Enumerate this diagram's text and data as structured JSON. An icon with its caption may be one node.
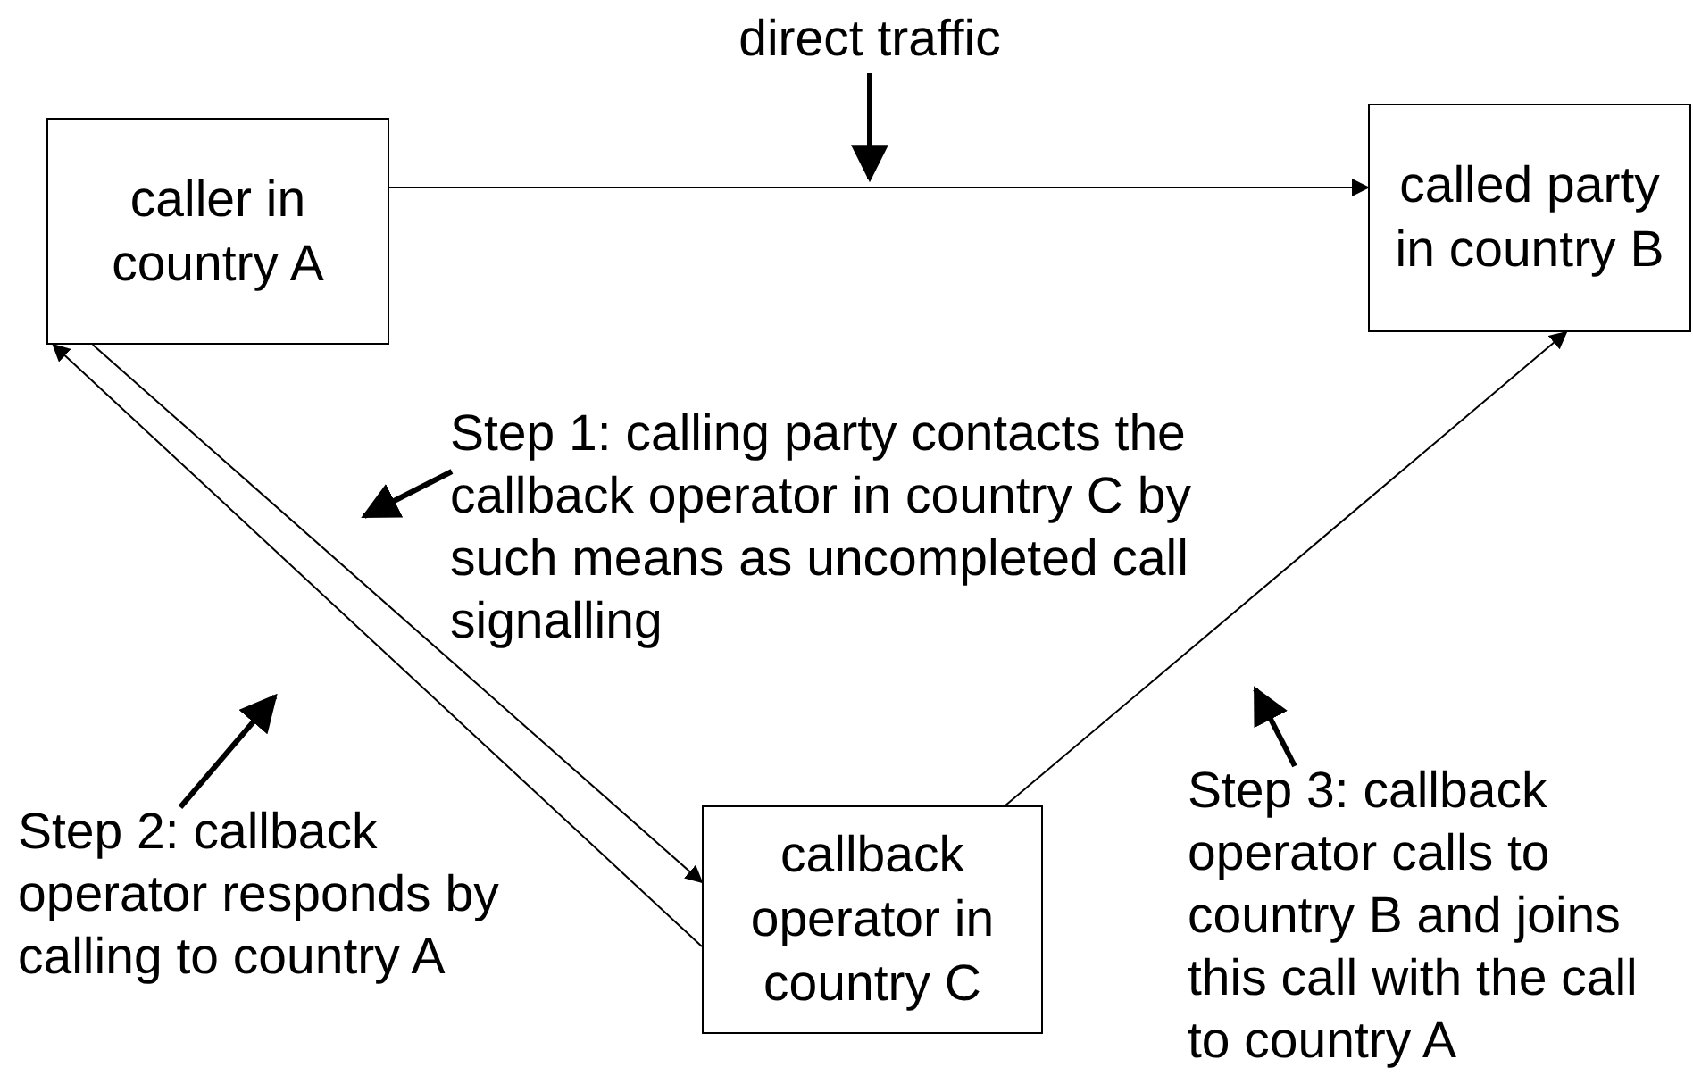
{
  "diagram": {
    "nodes": [
      {
        "text": [
          "caller in country A"
        ]
      },
      {
        "text": [
          "called party in country B"
        ]
      },
      {
        "text": [
          "callback operator in country C"
        ]
      },
      {
        "text": [
          "direct traffic"
        ]
      },
      {
        "text": [
          "Step 1: calling party contacts the callback operator in country C by such means as uncompleted call signalling"
        ]
      },
      {
        "text": [
          "Step 2: callback operator responds by calling to country A"
        ]
      },
      {
        "text": [
          "Step 3: callback operator calls to country B and joins this call with the call to country A"
        ]
      }
    ],
    "edges": [
      {
        "from": 0,
        "to": 1,
        "arrow": "to"
      },
      {
        "from": 0,
        "to": 2,
        "arrow": "to"
      },
      {
        "from": 2,
        "to": 0,
        "arrow": "to"
      },
      {
        "from": 2,
        "to": 1,
        "arrow": "to"
      },
      {
        "from": 3,
        "to": null,
        "arrow": "to",
        "style": "thick"
      },
      {
        "from": 4,
        "to": null,
        "arrow": "to",
        "style": "thick"
      },
      {
        "from": 5,
        "to": null,
        "arrow": "to",
        "style": "thick"
      },
      {
        "from": 6,
        "to": null,
        "arrow": "to",
        "style": "thick"
      }
    ]
  }
}
